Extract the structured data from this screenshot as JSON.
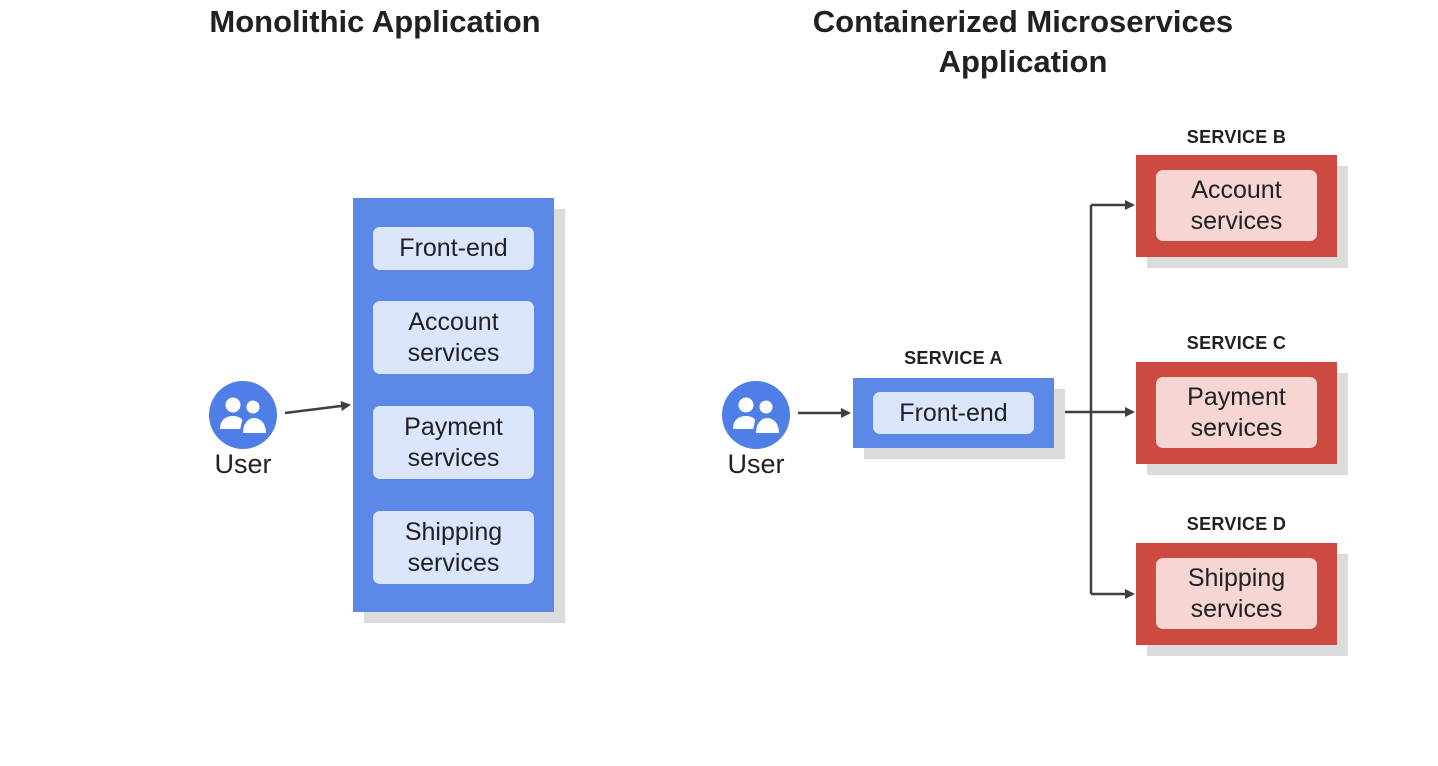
{
  "monolithic": {
    "title": "Monolithic Application",
    "user_label": "User",
    "components": [
      {
        "lines": [
          "Front-end"
        ]
      },
      {
        "lines": [
          "Account",
          "services"
        ]
      },
      {
        "lines": [
          "Payment",
          "services"
        ]
      },
      {
        "lines": [
          "Shipping",
          "services"
        ]
      }
    ]
  },
  "microservices": {
    "title_line1": "Containerized Microservices",
    "title_line2": "Application",
    "user_label": "User",
    "services": [
      {
        "label": "SERVICE A",
        "lines": [
          "Front-end"
        ],
        "color": "#5c88e8"
      },
      {
        "label": "SERVICE B",
        "lines": [
          "Account",
          "services"
        ],
        "color": "#cc4a40"
      },
      {
        "label": "SERVICE C",
        "lines": [
          "Payment",
          "services"
        ],
        "color": "#cc4a40"
      },
      {
        "label": "SERVICE D",
        "lines": [
          "Shipping",
          "services"
        ],
        "color": "#cc4a40"
      }
    ]
  },
  "colors": {
    "blue_container": "#5c88e8",
    "blue_chip": "#dbe5fb",
    "red_container": "#cc4a40",
    "red_chip": "#f6d5d3",
    "arrow": "#3c4043",
    "user_icon": "#4f7fe6"
  }
}
